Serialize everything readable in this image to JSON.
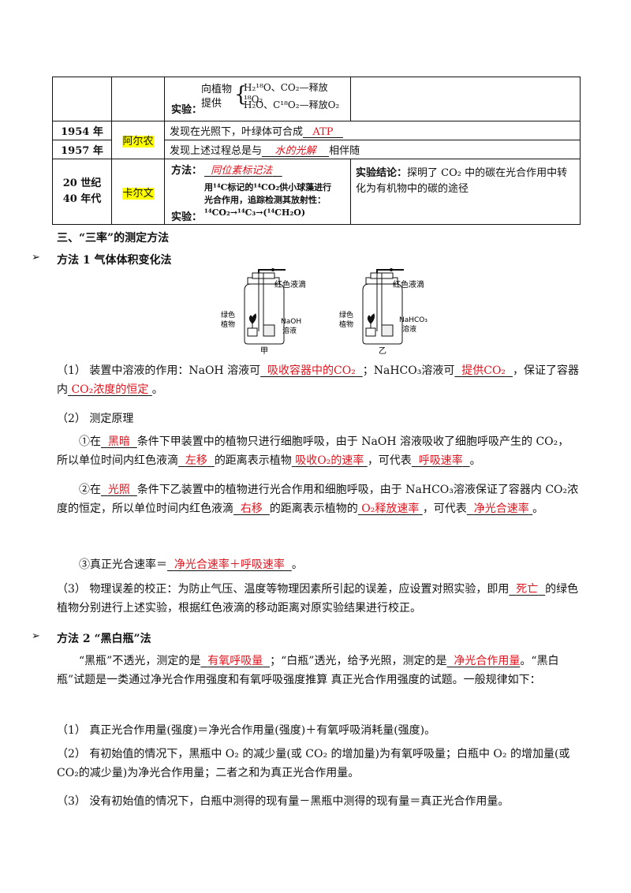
{
  "table": {
    "row0": {
      "exp_prefix": "实验：",
      "give_label_top": "向植物",
      "give_label_bottom": "提供",
      "line1": "H₂¹⁸O、CO₂—释放¹⁸O₂",
      "line2": "H₂O、C¹⁸O₂—释放O₂"
    },
    "row1": {
      "year": "1954 年",
      "scientist": "阿尔农",
      "text_before": "发现在光照下，叶绿体可合成",
      "blank": "ATP"
    },
    "row2": {
      "year": "1957 年",
      "text_before": "发现上述过程总是与",
      "blank": "水的光解",
      "text_after": "相伴随"
    },
    "row3": {
      "year_line1": "20 世纪",
      "year_line2": "40 年代",
      "scientist": "卡尔文",
      "method_label": "方法：",
      "method_blank": "同位素标记法",
      "exp_desc_line1": "用¹⁴C标记的¹⁴CO₂供小球藻进行",
      "exp_desc_line2": "光合作用，追踪检测其放射性：",
      "exp_label": "实验：",
      "pathway": "¹⁴CO₂→¹⁴C₃→(¹⁴CH₂O)",
      "conclusion_label": "实验结论：",
      "conclusion_text": "探明了 CO₂ 中的碳在光合作用中转化为有机物中的碳的途径"
    }
  },
  "section_title": "三、“三率”的测定方法",
  "method1": {
    "title": "方法 1  气体体积变化法",
    "diagram": {
      "jar_a": {
        "droplet": "红色液滴",
        "plant_line1": "绿色",
        "plant_line2": "植物",
        "solution_line1": "NaOH",
        "solution_line2": "溶液",
        "caption": "甲"
      },
      "jar_b": {
        "droplet": "红色液滴",
        "plant_line1": "绿色",
        "plant_line2": "植物",
        "solution_line1": "NaHCO₃",
        "solution_line2": "溶液",
        "caption": "乙"
      }
    },
    "p1": {
      "a": "（1）  装置中溶液的作用：NaOH 溶液可",
      "b1": "吸收容器中的CO₂",
      "c": "；NaHCO₃溶液可",
      "b2": "提供CO₂",
      "d": "，保证了容器内",
      "b3": "CO₂浓度的恒定",
      "e": "。"
    },
    "p2": "（2）  测定原理",
    "p3": {
      "a": "①在",
      "b1": "黑暗",
      "c": "条件下甲装置中的植物只进行细胞呼吸，由于 NaOH 溶液吸收了细胞呼吸产生的 CO₂，所以单位时间内红色液滴",
      "b2": "左移",
      "d": "的距离表示植物",
      "b3": "吸收O₂的速率",
      "e": "，可代表",
      "b4": "呼吸速率",
      "f": "。"
    },
    "p4": {
      "a": "②在",
      "b1": "光照",
      "c": "条件下乙装置中的植物进行光合作用和细胞呼吸，由于 NaHCO₃溶液保证了容器内 CO₂浓度的恒定，所以单位时间内红色液滴",
      "b2": "右移",
      "d": "的距离表示植物的",
      "b3": "O₂释放速率",
      "e": "，可代表",
      "b4": "净光合速率",
      "f": "。"
    },
    "p5": {
      "a": "③真正光合速率＝",
      "b1": "净光合速率＋呼吸速率",
      "c": "。"
    },
    "p6": {
      "a": "（3）  物理误差的校正：为防止气压、温度等物理因素所引起的误差，应设置对照实验，即用",
      "b1": "死亡",
      "c": "的绿色植物分别进行上述实验，根据红色液滴的移动距离对原实验结果进行校正。"
    }
  },
  "method2": {
    "title": "方法 2  “黑白瓶”法",
    "p1": {
      "a": "“黑瓶”不透光，测定的是",
      "b1": "有氧呼吸量",
      "c": "；“白瓶”透光，给予光照，测定的是",
      "b2": "净光合作用量",
      "d": "。“黑白瓶”试题是一类通过净光合作用强度和有氧呼吸强度推算 真正光合作用强度的试题。一般规律如下："
    },
    "p2": "（1）  真正光合作用量(强度)＝净光合作用量(强度)＋有氧呼吸消耗量(强度)。",
    "p3": "（2）  有初始值的情况下，黑瓶中 O₂ 的减少量(或 CO₂ 的增加量)为有氧呼吸量；白瓶中 O₂ 的增加量(或 CO₂的减少量)为净光合作用量；二者之和为真正光合作用量。",
    "p4": "（3）  没有初始值的情况下，白瓶中测得的现有量－黑瓶中测得的现有量＝真正光合作用量。"
  },
  "bullet_symbol": "➢"
}
